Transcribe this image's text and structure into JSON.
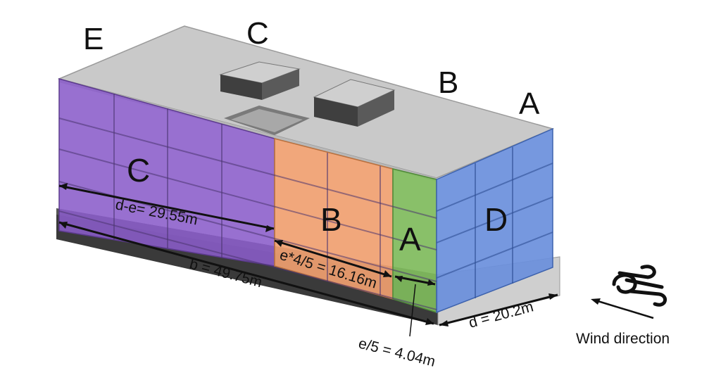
{
  "zones": {
    "roof_E": "E",
    "roof_C": "C",
    "roof_B": "B",
    "roof_A": "A",
    "face_C": "C",
    "face_B": "B",
    "face_A": "A",
    "face_D": "D"
  },
  "dimensions": {
    "d_minus_e": "d-e= 29.55m",
    "e_four_fifths": "e*4/5 = 16.16m",
    "e_fifth": "e/5 = 4.04m",
    "b": "b = 49.75m",
    "d": "d = 20.2m"
  },
  "wind": {
    "label": "Wind direction",
    "icon": "wind-icon"
  },
  "colors": {
    "zone_C": "#7e4fc0",
    "zone_B": "#ee9a5e",
    "zone_A": "#7cb95a",
    "zone_D": "#5f86d6",
    "roof": "#c8c8c8",
    "base": "#3c3c3c"
  }
}
